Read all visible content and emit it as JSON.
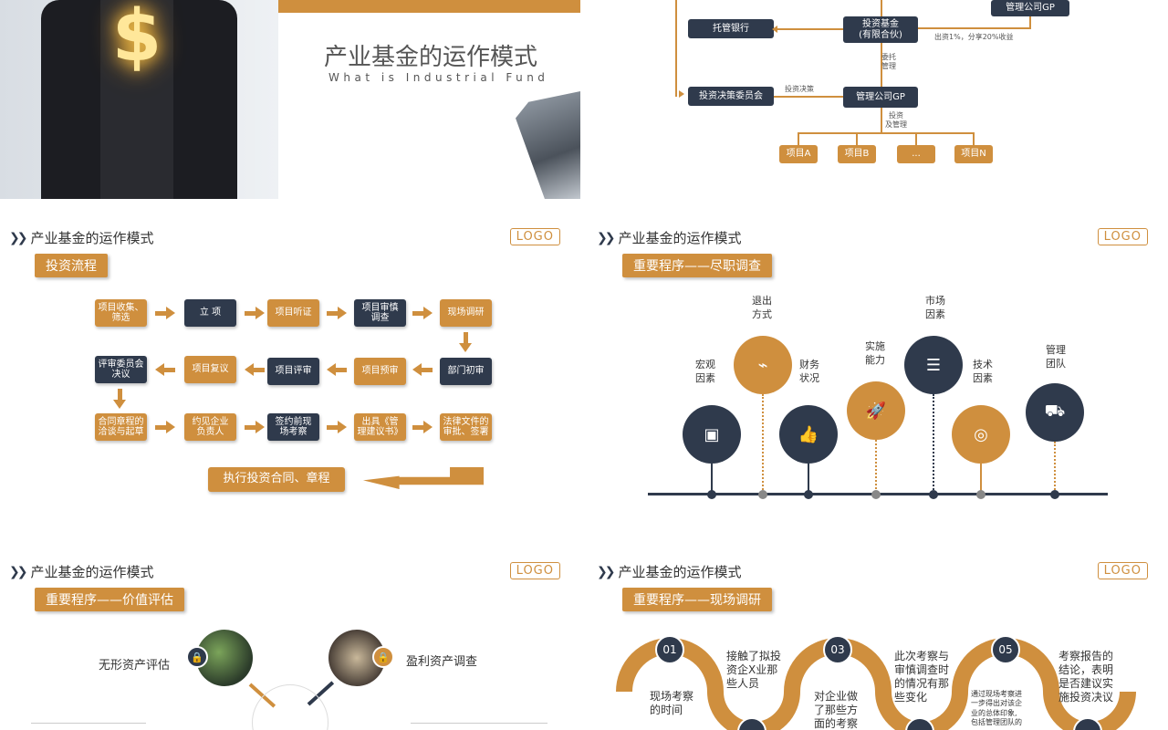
{
  "title_slide": {
    "title": "产业基金的运作模式",
    "subtitle": "What is Industrial Fund"
  },
  "org_chart": {
    "trust_bank": "托管银行",
    "fund": "投资基金\n(有限合伙)",
    "gp_company_top": "管理公司GP",
    "invest_note": "出资1%，分享20%收益",
    "entrust": "委托\n管理",
    "committee": "投资决策委员会",
    "decision": "投资决策",
    "gp": "管理公司GP",
    "invest_manage": "投资\n及管理",
    "projects": [
      "项目A",
      "项目B",
      "...",
      "项目N"
    ]
  },
  "common": {
    "header": "产业基金的运作模式",
    "logo": "LOGO"
  },
  "flow_slide": {
    "tag": "投资流程",
    "row1": [
      "项目收集、\n筛选",
      "立 项",
      "项目听证",
      "项目审慎\n调查",
      "现场调研"
    ],
    "row2": [
      "评审委员会\n决议",
      "项目复议",
      "项目评审",
      "项目预审",
      "部门初审"
    ],
    "row3": [
      "合同章程的\n洽谈与起草",
      "约见企业\n负责人",
      "签约前现\n场考察",
      "出具《管\n理建议书》",
      "法律文件的\n审批、签署"
    ],
    "final": "执行投资合同、章程"
  },
  "due_slide": {
    "tag": "重要程序——尽职调查",
    "items": [
      {
        "label": "宏观\n因素",
        "icon": "image-icon",
        "color": "#2f3a4c"
      },
      {
        "label": "退出\n方式",
        "icon": "satellite-icon",
        "color": "#cf8f3e"
      },
      {
        "label": "财务\n状况",
        "icon": "thumbs-up-icon",
        "color": "#2f3a4c"
      },
      {
        "label": "实施\n能力",
        "icon": "rocket-icon",
        "color": "#cf8f3e"
      },
      {
        "label": "市场\n因素",
        "icon": "database-icon",
        "color": "#2f3a4c"
      },
      {
        "label": "技术\n因素",
        "icon": "disc-icon",
        "color": "#cf8f3e"
      },
      {
        "label": "管理\n团队",
        "icon": "truck-icon",
        "color": "#2f3a4c"
      }
    ]
  },
  "value_slide": {
    "tag": "重要程序——价值评估",
    "left_label": "无形资产评估",
    "right_label": "盈利资产调查"
  },
  "survey_slide": {
    "tag": "重要程序——现场调研",
    "steps": [
      {
        "num": "01",
        "text": "现场考察\n的时间"
      },
      {
        "num": "",
        "text": "接触了拟投\n资企X业那\n些人员"
      },
      {
        "num": "03",
        "text": "对企业做\n了那些方\n面的考察"
      },
      {
        "num": "",
        "text": "此次考察与\n审慎调查时\n的情况有那\n些变化"
      },
      {
        "num": "05",
        "text": "通过现场考察进\n一步得出对该企\n业的总体印象,\n包括管理团队的"
      },
      {
        "num": "",
        "text": "考察报告的\n结论，表明\n是否建议实\n施投资决议"
      }
    ]
  }
}
